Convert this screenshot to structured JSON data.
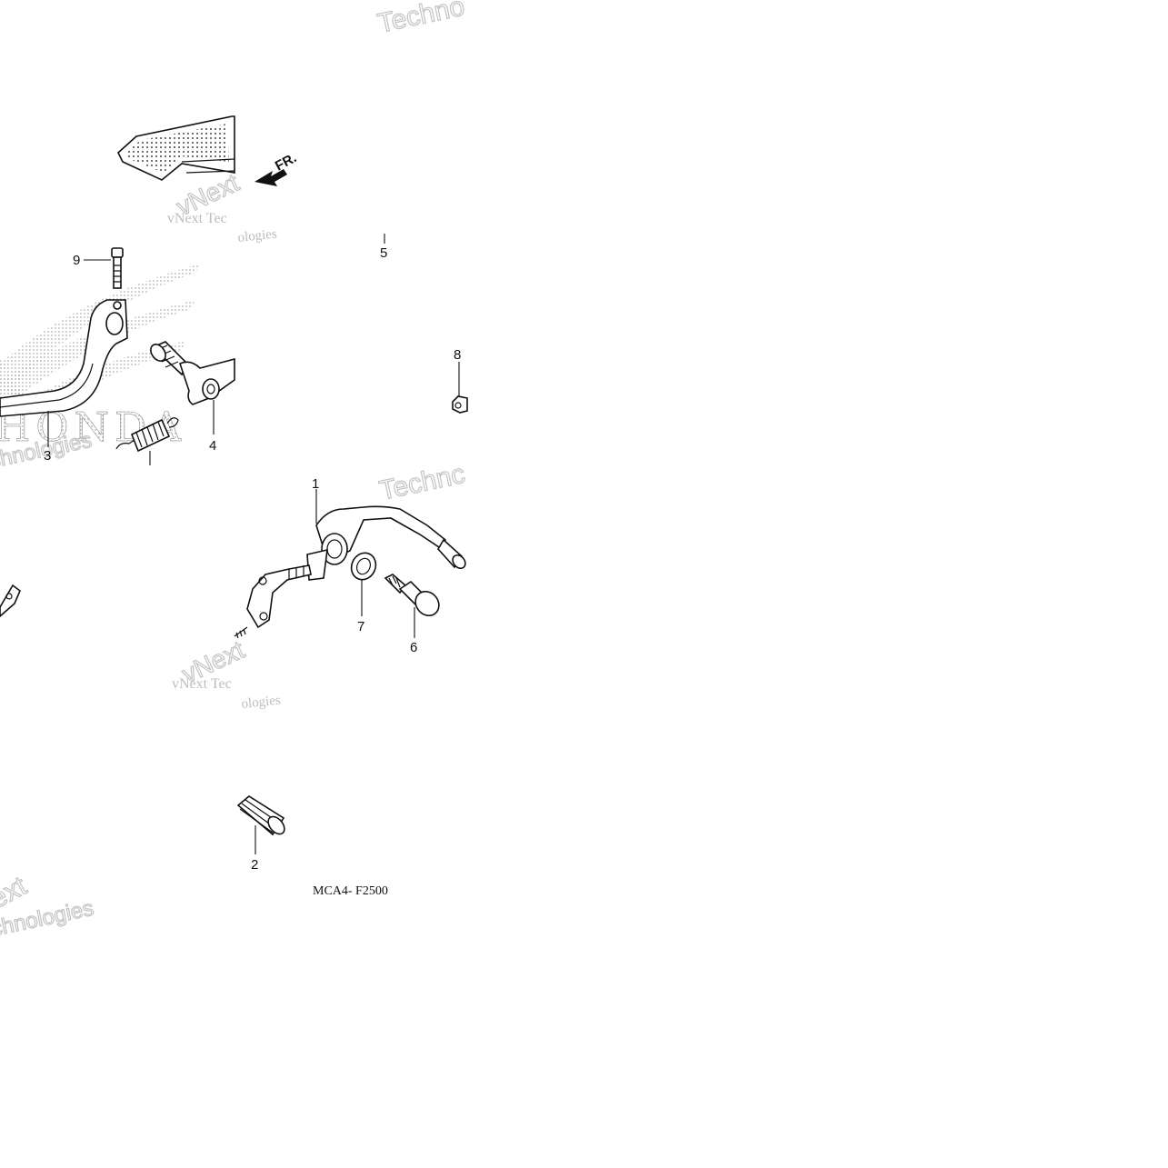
{
  "diagram": {
    "code": "MCA4- F2500",
    "direction_label": "FR.",
    "callouts": [
      "1",
      "2",
      "3",
      "4",
      "5",
      "6",
      "7",
      "8",
      "9"
    ]
  },
  "watermarks": {
    "brand_word": "vNext",
    "suffix_word": "Technologies",
    "vnext_tec": "vNext Tec",
    "technologies_partial_1": "Techno",
    "technologies_partial_2": "Technc",
    "logies_1": "ologies",
    "logies_2": "ologies",
    "chnologies_1": "chnologies",
    "chnologies_2": "chnologies",
    "next_partial": "ext",
    "honda_mark": "HONDA"
  }
}
